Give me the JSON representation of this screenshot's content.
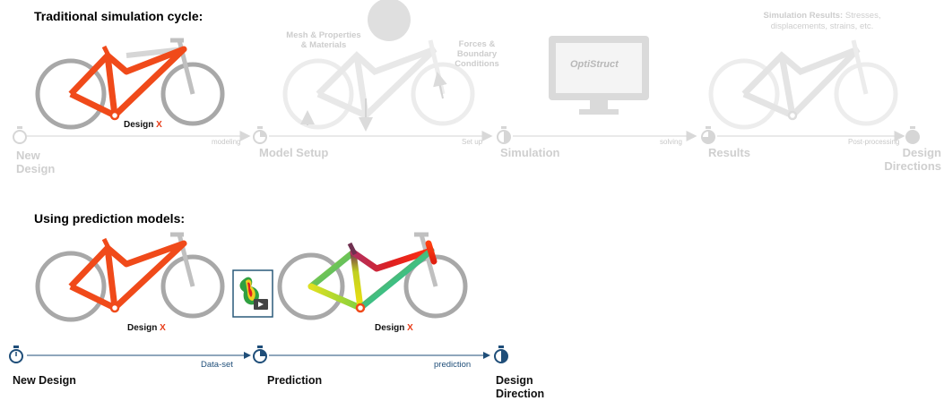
{
  "traditional": {
    "heading": "Traditional simulation cycle:",
    "stages": [
      "New\nDesign",
      "Model Setup",
      "Simulation",
      "Results",
      "Design\nDirections"
    ],
    "steps": [
      "modeling",
      "Set up",
      "solving",
      "Post-processing"
    ],
    "design_label": "Design",
    "design_mark": "X",
    "annotations": {
      "mesh": "Mesh & Properties\n& Materials",
      "forces": "Forces &\nBoundary\nConditions",
      "solver_logo": "OptiStruct",
      "results_bold": "Simulation Results:",
      "results_text": " Stresses,\ndisplacements, strains, etc."
    }
  },
  "prediction": {
    "heading": "Using prediction models:",
    "stages": [
      "New Design",
      "Prediction",
      "Design\nDirection"
    ],
    "edges": [
      "Data-set",
      "prediction"
    ],
    "design_label": "Design",
    "design_mark": "X"
  },
  "colors": {
    "frame_orange": "#f04a1a",
    "wheel_gray": "#a8a8a8",
    "faded_gray": "#e0e0e0",
    "arrow_navy": "#1f4e79"
  }
}
